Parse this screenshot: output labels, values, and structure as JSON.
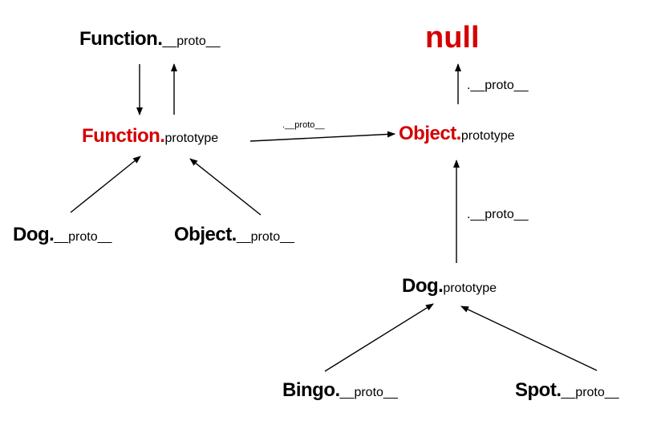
{
  "diagram": {
    "null_label": "null",
    "nodes": {
      "function_proto": {
        "main": "Function.",
        "sub": "__proto__"
      },
      "function_prototype": {
        "main": "Function.",
        "sub": "prototype"
      },
      "object_prototype": {
        "main": "Object.",
        "sub": "prototype"
      },
      "dog_proto": {
        "main": "Dog.",
        "sub": "__proto__"
      },
      "object_proto": {
        "main": "Object.",
        "sub": "__proto__"
      },
      "dog_prototype": {
        "main": "Dog.",
        "sub": "prototype"
      },
      "bingo_proto": {
        "main": "Bingo.",
        "sub": "__proto__"
      },
      "spot_proto": {
        "main": "Spot.",
        "sub": "__proto__"
      }
    },
    "edge_labels": {
      "object_to_null": ".__proto__",
      "function_to_object": ".__proto__",
      "dog_to_object": ".__proto__"
    },
    "colors": {
      "highlight": "#d50000",
      "text": "#000000"
    }
  }
}
